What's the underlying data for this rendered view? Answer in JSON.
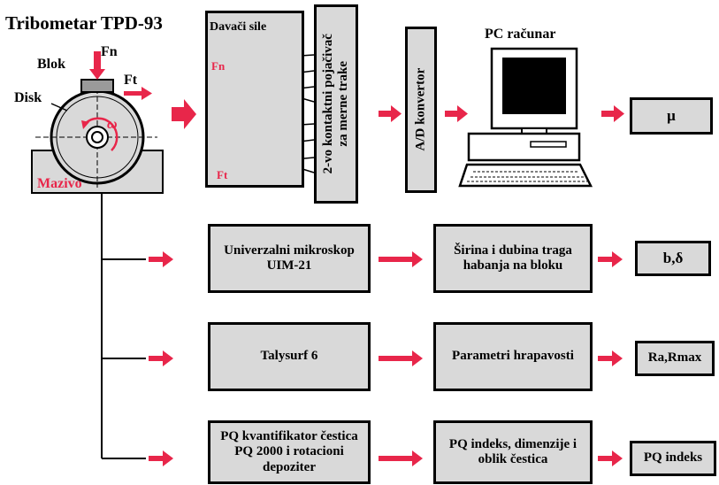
{
  "title": "Tribometar TPD-93",
  "tribometer": {
    "fn_label": "Fn",
    "blok_label": "Blok",
    "ft_label": "Ft",
    "disk_label": "Disk",
    "omega_label": "ω",
    "mazivo_label": "Mazivo"
  },
  "davaci": {
    "title": "Davači sile",
    "fn": "Fn",
    "ft": "Ft"
  },
  "pojacivac": {
    "line1": "2-vo kontaktni pojačivač",
    "line2": "za merne trake"
  },
  "ad": {
    "label": "A/D konvertor"
  },
  "pc": {
    "label": "PC računar"
  },
  "mu": {
    "label": "μ"
  },
  "rows": [
    {
      "left": "Univerzalni mikroskop UIM-21",
      "mid": "Širina i dubina traga habanja na bloku",
      "right": "b,δ"
    },
    {
      "left": "Talysurf 6",
      "mid": "Parametri hrapavosti",
      "right": "Ra,Rmax"
    },
    {
      "left": "PQ kvantifikator čestica PQ 2000 i rotacioni depoziter",
      "mid": "PQ indeks, dimenzije i oblik čestica",
      "right": "PQ indeks"
    }
  ],
  "colors": {
    "arrow": "#e8264a",
    "box_fill": "#d9d9d9",
    "line": "#000000"
  }
}
